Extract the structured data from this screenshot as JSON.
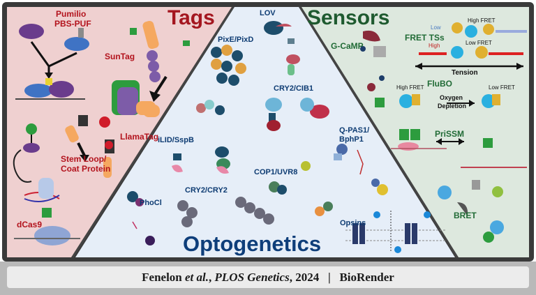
{
  "panels": {
    "tags": {
      "title": "Tags",
      "labels": [
        "Pumilio",
        "PBS-PUF",
        "SunTag",
        "LlamaTag",
        "Stem Loop/",
        "Coat Protein",
        "dCas9"
      ]
    },
    "sensors": {
      "title": "Sensors",
      "labels": [
        "G-CaMP",
        "FRET TSs",
        "Low",
        "High",
        "High FRET",
        "Low FRET",
        "Tension",
        "FluBO",
        "High FRET",
        "Low FRET",
        "Oxygen",
        "Depletion",
        "PriSSM",
        "BRET"
      ]
    },
    "optogenetics": {
      "title": "Optogenetics",
      "labels": [
        "LOV",
        "PixE/PixD",
        "CRY2/CIB1",
        "iLID/SspB",
        "Q-PAS1/",
        "BphP1",
        "COP1/UVR8",
        "CRY2/CRY2",
        "PhoCl",
        "Opsins"
      ]
    }
  },
  "footer": {
    "authors": "Fenelon",
    "etal": "et al.",
    "journal": "PLOS Genetics",
    "year": ", 2024",
    "separator": "|",
    "credit": "BioRender"
  },
  "colors": {
    "tags_bg": "#efd0d0",
    "opto_bg": "#e6eef8",
    "sensors_bg": "#dde8de",
    "tags_text": "#a4161f",
    "sensors_text": "#1e5a2f",
    "opto_text": "#0e3e7a",
    "frame": "#3a3a3a",
    "footer_bar": "#b9b9b9"
  }
}
